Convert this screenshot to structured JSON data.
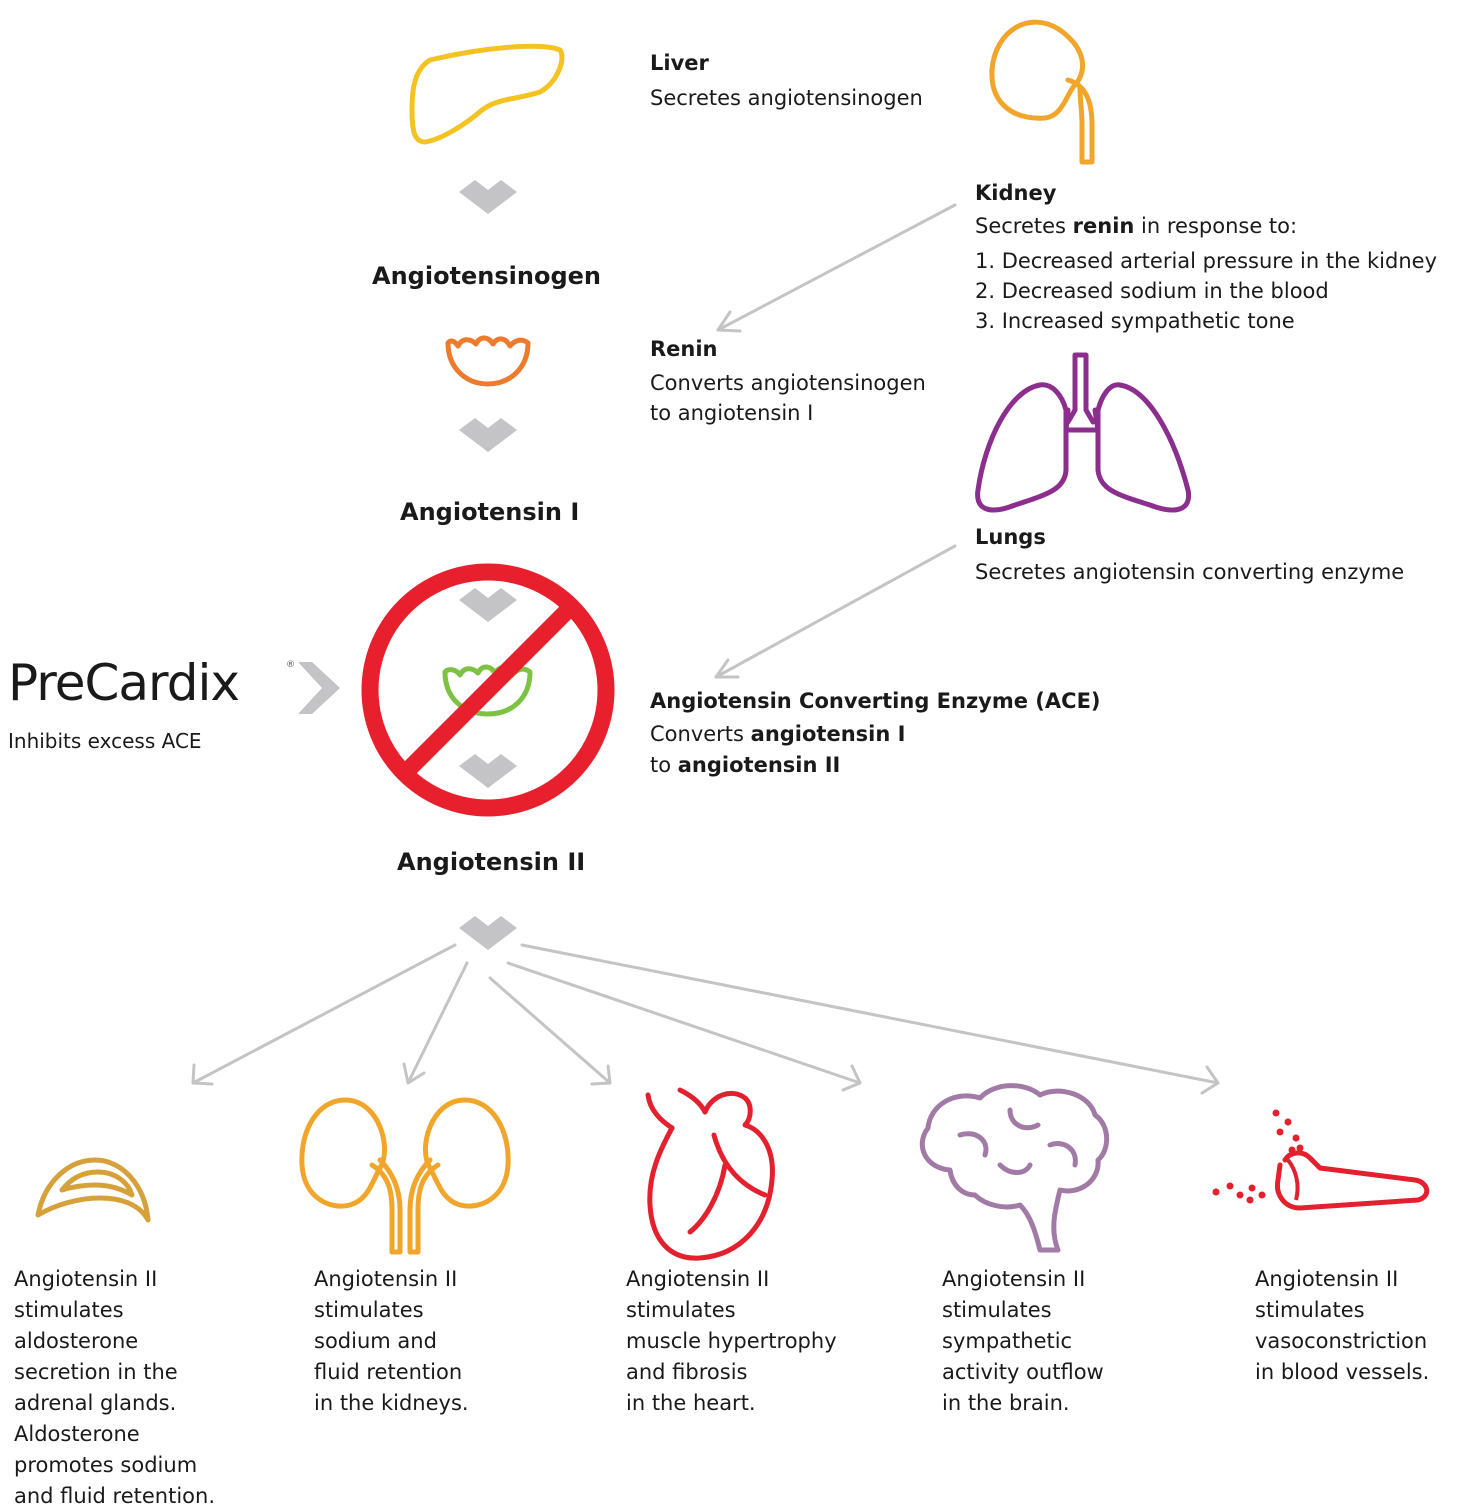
{
  "colors": {
    "liver": "#F4C322",
    "kidney": "#F2A52B",
    "renin": "#EE7A2C",
    "lungs": "#8B2E8E",
    "ace_enzyme": "#7DC242",
    "prohibition": "#E8202E",
    "arrow_gray": "#C4C4C6",
    "adrenal": "#D6A13A",
    "kidneys_pair": "#F2A52B",
    "heart": "#E3202E",
    "brain": "#A27AA6",
    "vessel": "#E3202E"
  },
  "icons": [
    "liver-icon",
    "kidney-icon",
    "renin-icon",
    "lungs-icon",
    "ace-enzyme-icon",
    "prohibition-icon",
    "adrenal-gland-icon",
    "kidneys-icon",
    "heart-icon",
    "brain-icon",
    "blood-vessel-icon"
  ],
  "liver": {
    "title": "Liver",
    "text": "Secretes angiotensinogen"
  },
  "kidney": {
    "title": "Kidney",
    "text_prefix": "Secretes ",
    "text_bold": "renin",
    "text_suffix": " in response to:",
    "list": [
      "1. Decreased arterial pressure in the kidney",
      "2. Decreased sodium in the blood",
      "3. Increased sympathetic tone"
    ]
  },
  "renin": {
    "title": "Renin",
    "line1": "Converts angiotensinogen",
    "line2": "to angiotensin I"
  },
  "lungs": {
    "title": "Lungs",
    "text": "Secretes angiotensin converting enzyme"
  },
  "ace": {
    "title": "Angiotensin Converting Enzyme (ACE)",
    "line1_prefix": "Converts ",
    "line1_bold": "angiotensin I",
    "line2_prefix": "to ",
    "line2_bold": "angiotensin II"
  },
  "stages": {
    "angiotensinogen": "Angiotensinogen",
    "angiotensin1": "Angiotensin I",
    "angiotensin2": "Angiotensin II"
  },
  "precardix": {
    "brand": "PreCardix",
    "registered": "®",
    "text": "Inhibits excess ACE"
  },
  "effects": [
    {
      "lines": [
        "Angiotensin II",
        "stimulates",
        "aldosterone",
        "secretion in the",
        "adrenal glands.",
        "Aldosterone",
        "promotes sodium",
        "and fluid retention."
      ]
    },
    {
      "lines": [
        "Angiotensin II",
        "stimulates",
        "sodium and",
        "fluid retention",
        "in the kidneys."
      ]
    },
    {
      "lines": [
        "Angiotensin II",
        "stimulates",
        "muscle hypertrophy",
        "and fibrosis",
        "in the heart."
      ]
    },
    {
      "lines": [
        "Angiotensin II",
        "stimulates",
        "sympathetic",
        "activity outflow",
        "in the brain."
      ]
    },
    {
      "lines": [
        "Angiotensin II",
        "stimulates",
        "vasoconstriction",
        "in blood vessels."
      ]
    }
  ]
}
